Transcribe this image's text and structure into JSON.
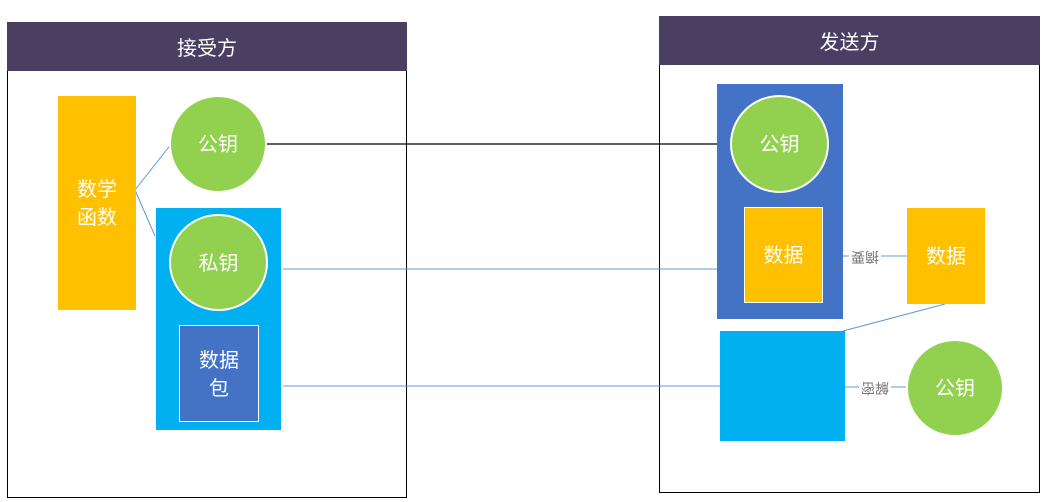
{
  "receiver": {
    "title": "接受方",
    "math_function": "数学\n函数",
    "public_key": "公钥",
    "private_key": "私钥",
    "packet": "数据\n包"
  },
  "sender": {
    "title": "发送方",
    "public_key_top": "公钥",
    "data_inner": "数据",
    "data_outer": "数据",
    "summary_label": "摘要",
    "public_key_bottom": "公钥",
    "decrypt_label": "解密"
  },
  "colors": {
    "header": "#4a3f63",
    "green": "#92d050",
    "yellow": "#ffc000",
    "light_blue": "#00b0f0",
    "dark_blue": "#4472c4",
    "connector": "#5b9bd5"
  }
}
